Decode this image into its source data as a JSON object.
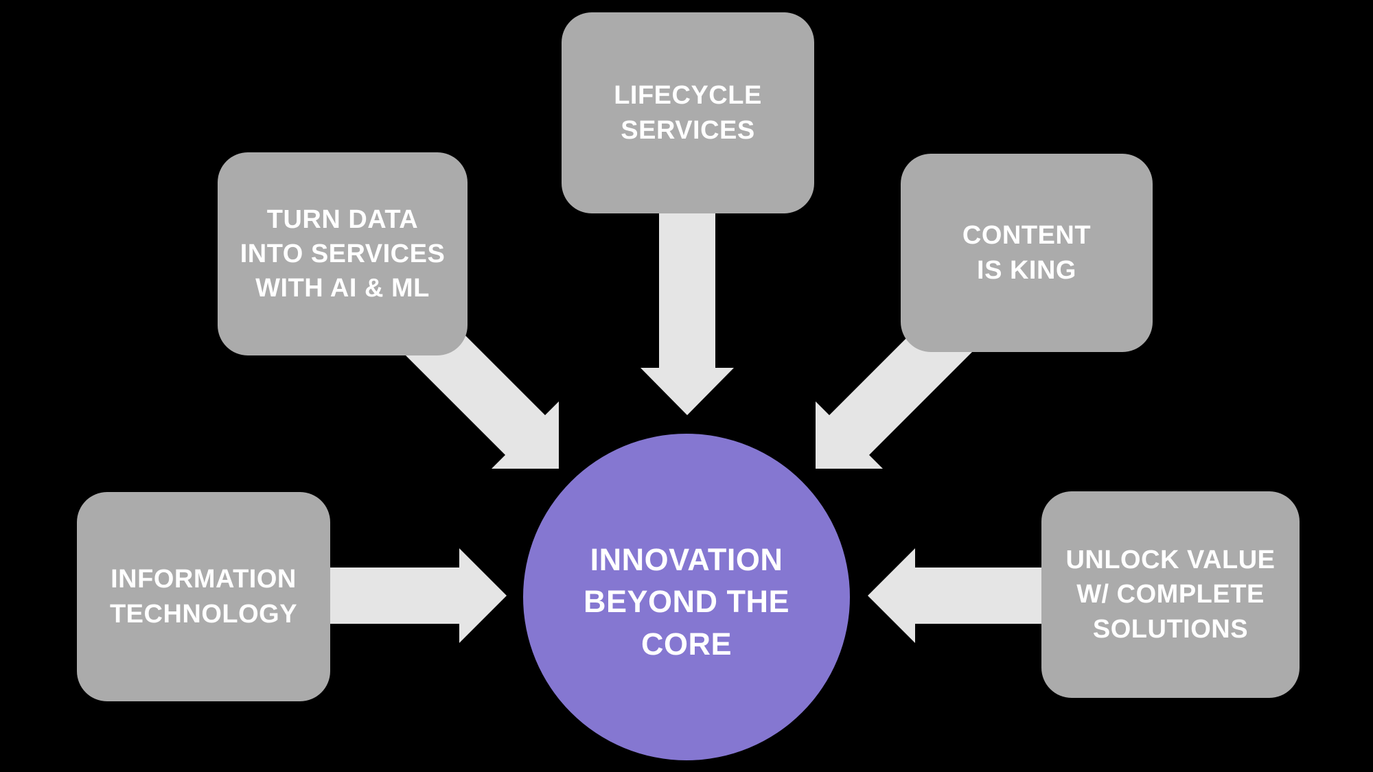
{
  "colors": {
    "background": "#000000",
    "node_fill": "#ababab",
    "arrow_fill": "#e5e5e5",
    "center_fill": "#8577d1",
    "text": "#ffffff"
  },
  "center": {
    "text": "INNOVATION\nBEYOND THE\nCORE"
  },
  "nodes": [
    {
      "id": "lifecycle-services",
      "text": "LIFECYCLE\nSERVICES"
    },
    {
      "id": "turn-data-into-services",
      "text": "TURN DATA\nINTO SERVICES\nWITH AI & ML"
    },
    {
      "id": "content-is-king",
      "text": "CONTENT\nIS KING"
    },
    {
      "id": "information-technology",
      "text": "INFORMATION\nTECHNOLOGY"
    },
    {
      "id": "unlock-value",
      "text": "UNLOCK VALUE\nW/ COMPLETE\nSOLUTIONS"
    }
  ]
}
